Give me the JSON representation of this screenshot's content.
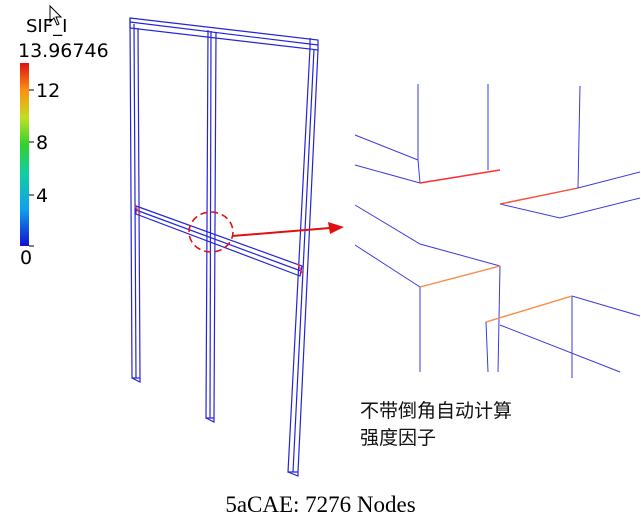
{
  "legend": {
    "field_name": "SIF_I",
    "max_label": "13.96746",
    "tick_labels": [
      "12",
      "8",
      "4",
      "0"
    ],
    "min_color": "#1010d0",
    "max_color": "#e01010"
  },
  "annotation": {
    "note_line1": "不带倒角自动计算",
    "note_line2": "强度因子"
  },
  "caption": "5aCAE: 7276 Nodes",
  "colors": {
    "mesh_edge": "#2424d8",
    "crack_front": "#ff3030",
    "crack_front_alt": "#ff9040",
    "callout": "#e01010"
  }
}
